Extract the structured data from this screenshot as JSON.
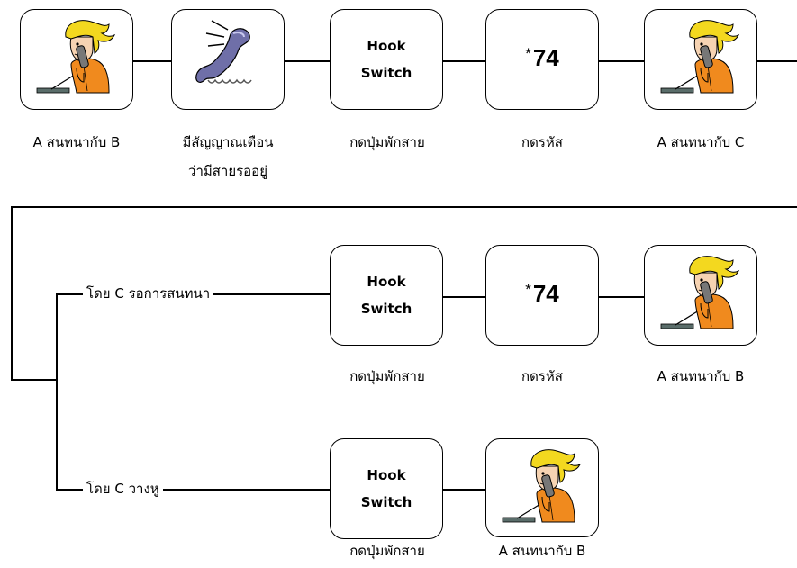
{
  "steps_top": [
    {
      "kind": "person",
      "caption": "A สนทนากับ B"
    },
    {
      "kind": "phone",
      "caption": "มีสัญญาณเตือน",
      "caption2": "ว่ามีสายรออยู่"
    },
    {
      "kind": "hook",
      "line1": "Hook",
      "line2": "Switch",
      "caption": "กดปุ่มพักสาย"
    },
    {
      "kind": "code",
      "star": "*",
      "code": "74",
      "caption": "กดรหัส"
    },
    {
      "kind": "person",
      "caption": "A สนทนากับ C"
    }
  ],
  "branch_wait": {
    "label": "โดย C รอการสนทนา",
    "hook": {
      "line1": "Hook",
      "line2": "Switch",
      "caption": "กดปุ่มพักสาย"
    },
    "code": {
      "star": "*",
      "code": "74",
      "caption": "กดรหัส"
    },
    "person": {
      "caption": "A สนทนากับ B"
    }
  },
  "branch_hangup": {
    "label": "โดย C วางหู",
    "hook": {
      "line1": "Hook",
      "line2": "Switch",
      "caption": "กดปุ่มพักสาย"
    },
    "person": {
      "caption": "A สนทนากับ B"
    }
  },
  "colors": {
    "hair": "#f3d81f",
    "shirt": "#f08a1e",
    "skin": "#f6d3b2",
    "phone": "#6f6fa8",
    "stroke": "#000000"
  }
}
